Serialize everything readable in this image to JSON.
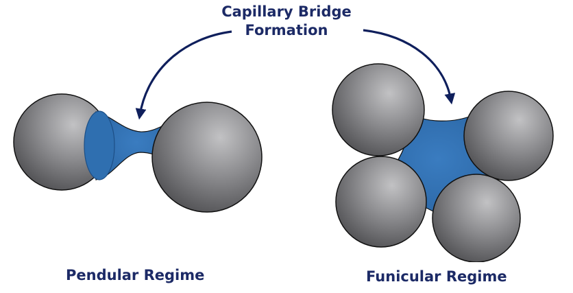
{
  "title": {
    "line1": "Capillary Bridge",
    "line2": "Formation"
  },
  "regimes": {
    "pendular": "Pendular Regime",
    "funicular": "Funicular Regime"
  },
  "colors": {
    "text": "#1c2a66",
    "arrow": "#0f1f5c",
    "liquid": "#2f6fb0",
    "liquid_dark": "#1d4f86",
    "sphere_light": "#b9b9bb",
    "sphere_dark": "#4a4a4d",
    "outline": "#111111"
  }
}
